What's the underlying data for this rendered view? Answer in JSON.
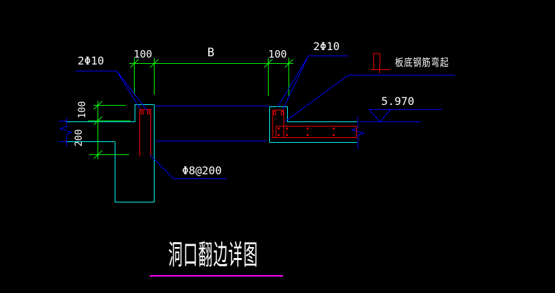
{
  "drawing": {
    "title": "洞口翻边详图",
    "labels": {
      "rebar_left": "2Φ10",
      "rebar_right": "2Φ10",
      "bent_note": "板底钢筋弯起",
      "stirrup_note": "Φ8@200",
      "elevation": "5.970"
    },
    "dimensions": {
      "top_left": "100",
      "top_mid": "B",
      "top_right": "100",
      "side_upper": "100",
      "side_lower": "200"
    },
    "colors": {
      "background": "#000000",
      "outline": "#00ffff",
      "dimension": "#00ff00",
      "leader": "#0000ff",
      "rebar": "#ff0000",
      "text": "#ffffff",
      "title_underline": "#ff00ff"
    }
  }
}
